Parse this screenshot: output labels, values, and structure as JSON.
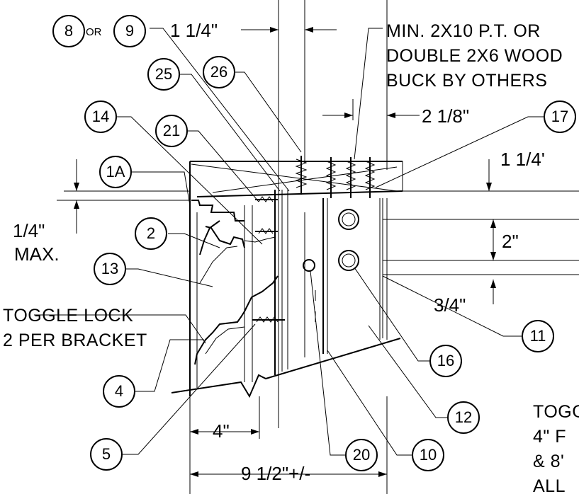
{
  "callouts": {
    "c8": "8",
    "c9": "9",
    "c25": "25",
    "c26": "26",
    "c14": "14",
    "c21": "21",
    "c1a": "1A",
    "c2": "2",
    "c13": "13",
    "c4": "4",
    "c5": "5",
    "c17": "17",
    "c11": "11",
    "c16": "16",
    "c12": "12",
    "c20": "20",
    "c10": "10"
  },
  "or_text": "OR",
  "notes": {
    "buck_line1": "MIN. 2X10 P.T. OR",
    "buck_line2": "DOUBLE 2X6 WOOD",
    "buck_line3": "BUCK BY OTHERS",
    "toggle_line1": "TOGGLE LOCK",
    "toggle_line2": "2 PER BRACKET",
    "right_line1": "TOGG",
    "right_line2": "4\" F",
    "right_line3": "& 8'",
    "right_line4": "ALL"
  },
  "dimensions": {
    "top_gap": "1 1/4\"",
    "right_gap": "2 1/8\"",
    "right_top": "1 1/4'",
    "quarter_max_1": "1/4\"",
    "quarter_max_2": "MAX.",
    "two_in": "2\"",
    "three_quarter": "3/4\"",
    "four_in": "4\"",
    "overall": "9 1/2\"+/-"
  }
}
